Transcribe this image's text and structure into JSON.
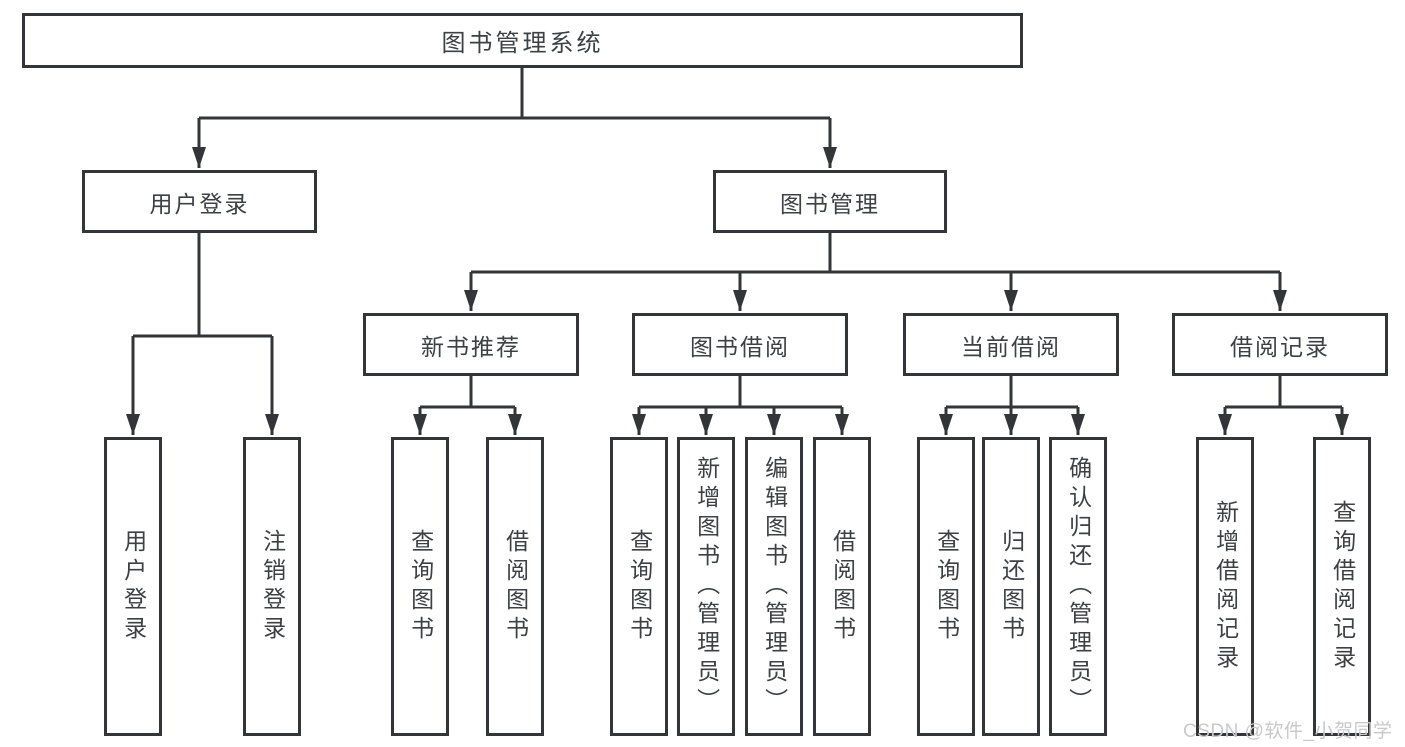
{
  "diagram_type": "hierarchy-tree",
  "tree": {
    "label": "图书管理系统",
    "children": [
      {
        "label": "用户登录",
        "children": [
          {
            "label": "用户登录"
          },
          {
            "label": "注销登录"
          }
        ]
      },
      {
        "label": "图书管理",
        "children": [
          {
            "label": "新书推荐",
            "children": [
              {
                "label": "查询图书"
              },
              {
                "label": "借阅图书"
              }
            ]
          },
          {
            "label": "图书借阅",
            "children": [
              {
                "label": "查询图书"
              },
              {
                "label": "新增图书（管理员）"
              },
              {
                "label": "编辑图书（管理员）"
              },
              {
                "label": "借阅图书"
              }
            ]
          },
          {
            "label": "当前借阅",
            "children": [
              {
                "label": "查询图书"
              },
              {
                "label": "归还图书"
              },
              {
                "label": "确认归还（管理员）"
              }
            ]
          },
          {
            "label": "借阅记录",
            "children": [
              {
                "label": "新增借阅记录"
              },
              {
                "label": "查询借阅记录"
              }
            ]
          }
        ]
      }
    ]
  },
  "watermark": {
    "text": "CSDN @软件_小贺同学",
    "color": "#c9c9c9"
  },
  "colors": {
    "line": "#333539",
    "text": "#3d4145",
    "background": "#ffffff"
  }
}
